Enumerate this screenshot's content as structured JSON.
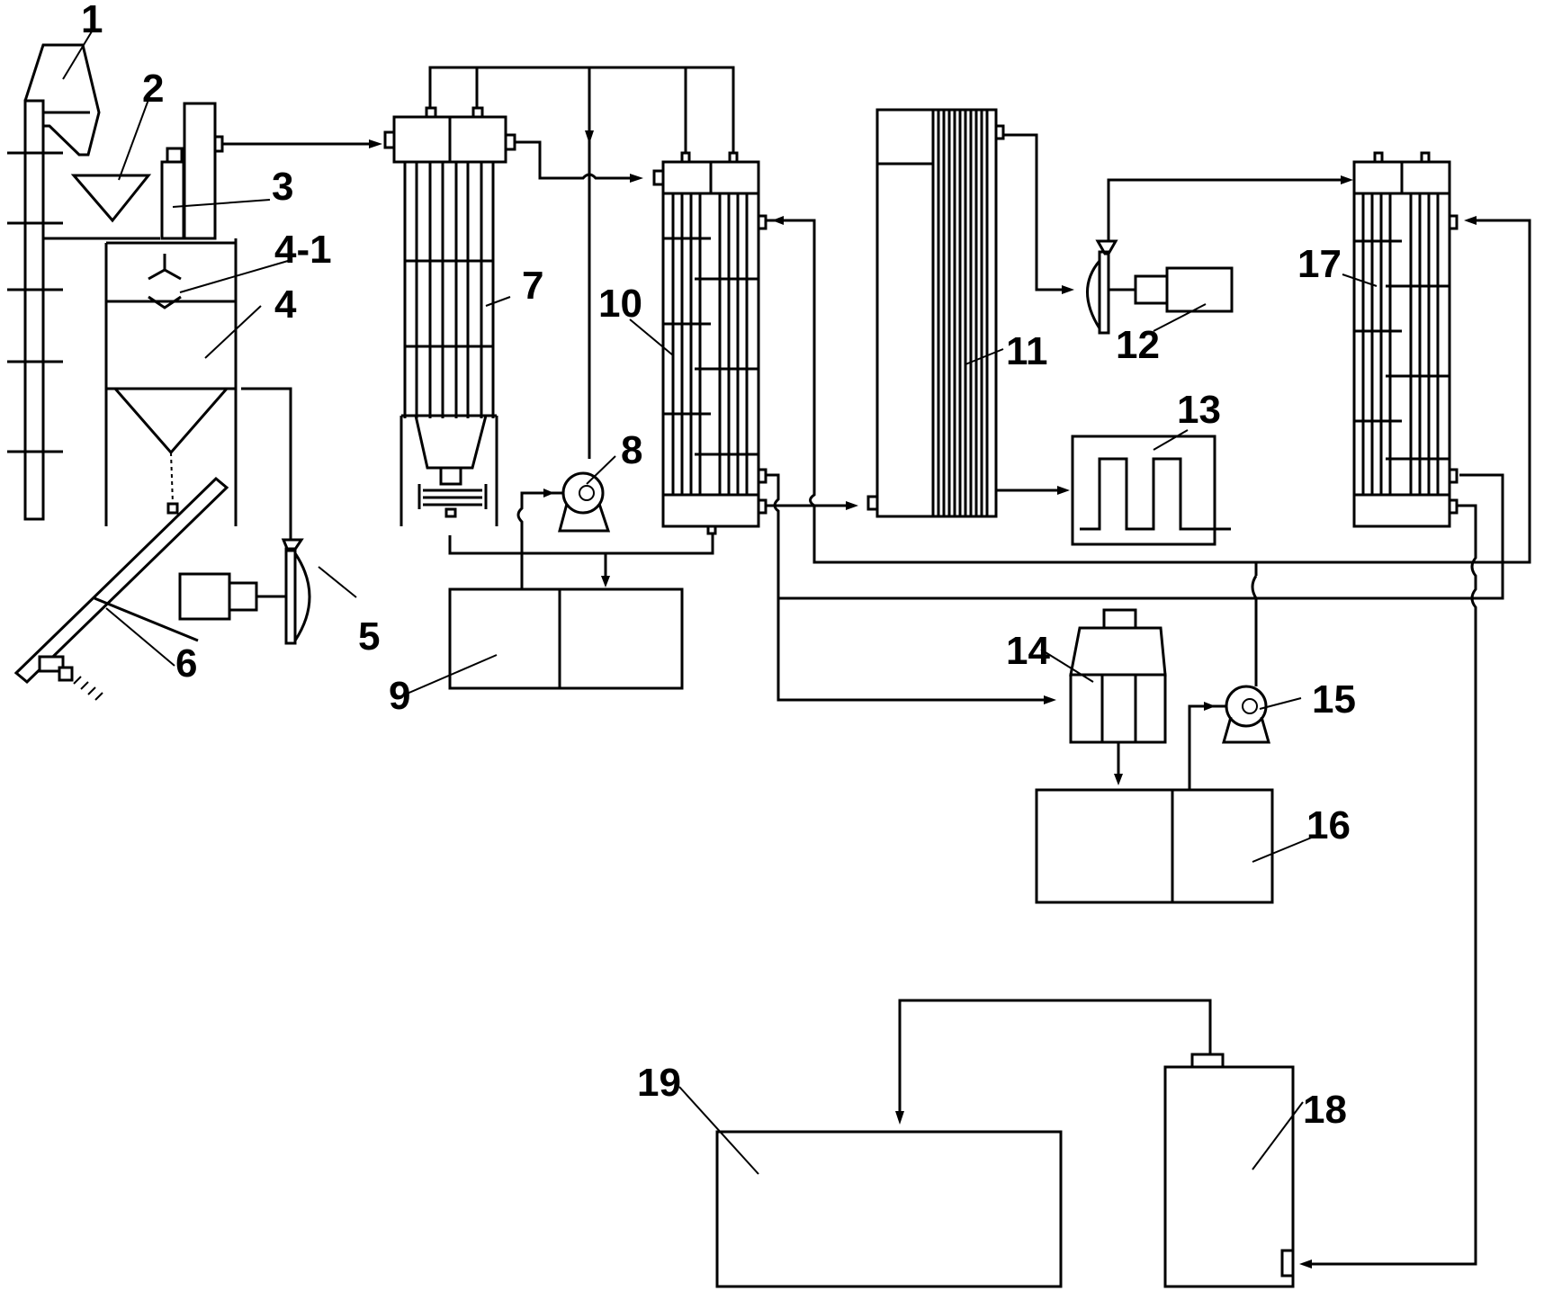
{
  "diagram": {
    "labels": {
      "l1": "1",
      "l2": "2",
      "l3": "3",
      "l4_1": "4-1",
      "l4": "4",
      "l5": "5",
      "l6": "6",
      "l7": "7",
      "l8": "8",
      "l9": "9",
      "l10": "10",
      "l11": "11",
      "l12": "12",
      "l13": "13",
      "l14": "14",
      "l15": "15",
      "l16": "16",
      "l17": "17",
      "l18": "18",
      "l19": "19"
    }
  }
}
